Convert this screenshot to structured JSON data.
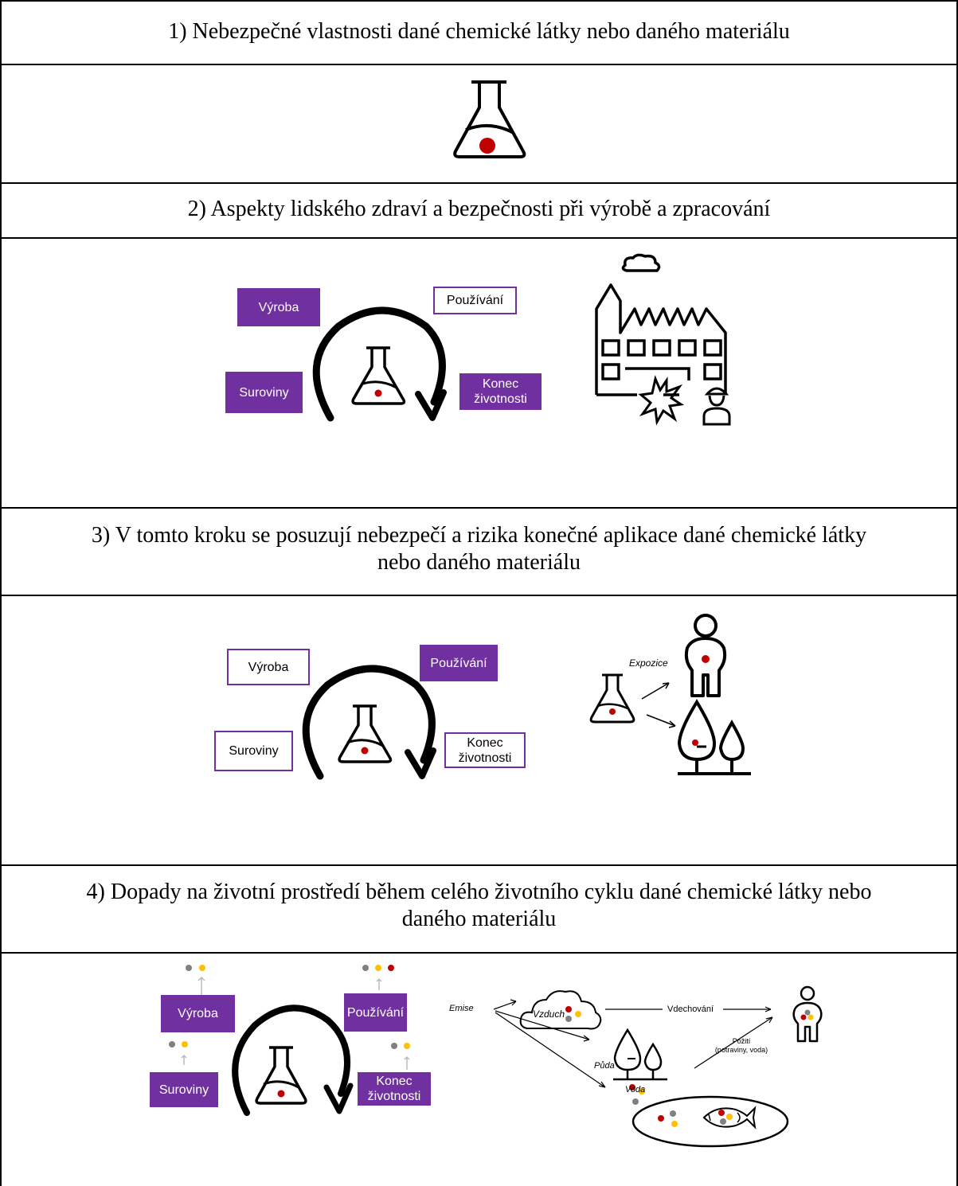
{
  "sections": [
    {
      "title": "1) Nebezpečné vlastnosti dané chemické látky nebo daného materiálu"
    },
    {
      "title": "2) Aspekty lidského zdraví a bezpečnosti při výrobě a zpracování"
    },
    {
      "title_line1": "3) V tomto kroku se posuzují nebezpečí a rizika konečné aplikace dané chemické látky",
      "title_line2": "nebo daného materiálu"
    },
    {
      "title_line1": "4) Dopady na životní prostředí během celého životního cyklu dané chemické látky nebo",
      "title_line2": "daného materiálu"
    }
  ],
  "lifecycle": {
    "production": "Výroba",
    "use": "Používání",
    "raw_materials": "Suroviny",
    "end_of_life_line1": "Konec",
    "end_of_life_line2": "životnosti"
  },
  "step3_labels": {
    "exposure": "Expozice"
  },
  "step4_labels": {
    "emission": "Emise",
    "air": "Vzduch",
    "inhalation": "Vdechování",
    "soil": "Půda",
    "water": "Voda",
    "ingestion_line1": "Požití",
    "ingestion_line2": "(potraviny, voda)"
  },
  "colors": {
    "purple": "#7030a0",
    "dot_red": "#c00000",
    "dot_grey": "#808080",
    "dot_yellow": "#ffc000"
  },
  "icons": [
    "flask-icon",
    "cycle-arrow-icon",
    "factory-icon",
    "explosion-icon",
    "worker-icon",
    "person-icon",
    "tree-icon",
    "cloud-icon",
    "fish-icon"
  ]
}
